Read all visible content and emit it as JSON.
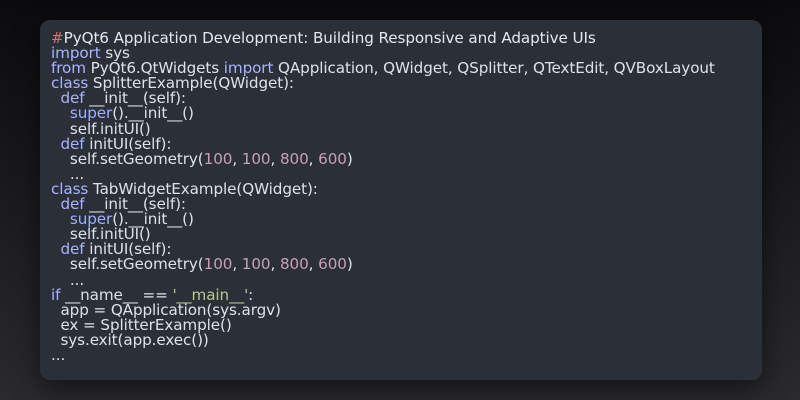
{
  "colors": {
    "background_top": "#0b0b0d",
    "panel": "#2a2f38",
    "text": "#dde1ea",
    "keyword": "#a9b4ff",
    "number": "#c8a0b8",
    "string": "#b5cc8e",
    "comment_hash": "#e06c75"
  },
  "code": {
    "l1": {
      "hash": "#",
      "text": "PyQt6 Application Development: Building Responsive and Adaptive UIs"
    },
    "l2": {
      "kw": "import",
      "rest": " sys"
    },
    "l3": {
      "kw1": "from",
      "mid": " PyQt6.QtWidgets ",
      "kw2": "import",
      "rest": " QApplication, QWidget, QSplitter, QTextEdit, QVBoxLayout"
    },
    "l4": {
      "kw": "class",
      "rest": " SplitterExample(QWidget):"
    },
    "l5": {
      "indent": "  ",
      "kw": "def",
      "rest": " __init__(self):"
    },
    "l6": {
      "indent": "    ",
      "bi": "super",
      "rest": "().__init__()"
    },
    "l7": {
      "text": "    self.initUI()"
    },
    "l8": {
      "indent": "  ",
      "kw": "def",
      "rest": " initUI(self):"
    },
    "l9": {
      "pre": "    self.setGeometry(",
      "n1": "100",
      "c1": ", ",
      "n2": "100",
      "c2": ", ",
      "n3": "800",
      "c3": ", ",
      "n4": "600",
      "post": ")"
    },
    "l10": {
      "text": "    ..."
    },
    "l11": {
      "kw": "class",
      "rest": " TabWidgetExample(QWidget):"
    },
    "l12": {
      "indent": "  ",
      "kw": "def",
      "rest": " __init__(self):"
    },
    "l13": {
      "indent": "    ",
      "bi": "super",
      "rest": "().__init__()"
    },
    "l14": {
      "text": "    self.initUI()"
    },
    "l15": {
      "indent": "  ",
      "kw": "def",
      "rest": " initUI(self):"
    },
    "l16": {
      "pre": "    self.setGeometry(",
      "n1": "100",
      "c1": ", ",
      "n2": "100",
      "c2": ", ",
      "n3": "800",
      "c3": ", ",
      "n4": "600",
      "post": ")"
    },
    "l17": {
      "text": "    ..."
    },
    "l18": {
      "kw": "if",
      "mid": " __name__ == ",
      "str": "'__main__'",
      "rest": ":"
    },
    "l19": {
      "text": "  app = QApplication(sys.argv)"
    },
    "l20": {
      "text": "  ex = SplitterExample()"
    },
    "l21": {
      "text": "  sys.exit(app.exec())"
    },
    "l22": {
      "text": "..."
    }
  }
}
